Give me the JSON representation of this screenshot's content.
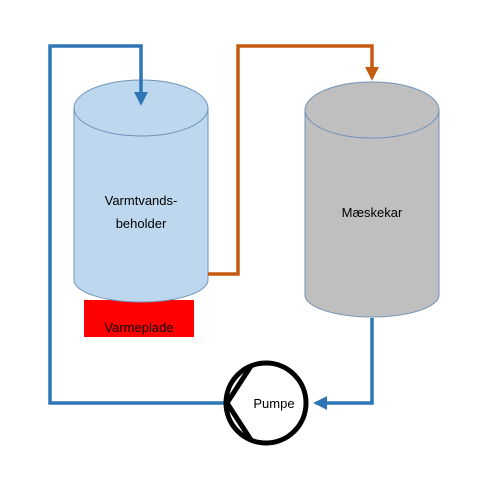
{
  "labels": {
    "hot_tank_line1": "Varmtvands-",
    "hot_tank_line2": "beholder",
    "mash_tun": "Mæskekar",
    "heater": "Varmeplade",
    "pump": "Pumpe"
  },
  "colors": {
    "hot_tank_fill": "#bdd7ee",
    "mash_tun_fill": "#bfbfbf",
    "tank_outline": "#6f93b9",
    "heater_fill": "#ff0000",
    "cold_pipe": "#2e75b6",
    "hot_pipe": "#c55a11",
    "pump_outline": "#000000"
  }
}
